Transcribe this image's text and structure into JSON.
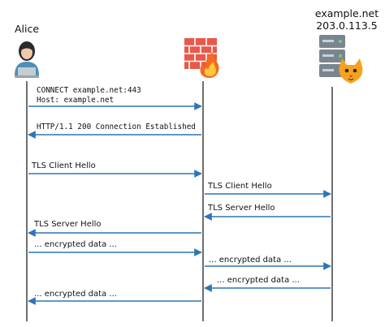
{
  "actors": {
    "client": {
      "name": "Alice",
      "icon": "person-at-laptop-icon"
    },
    "proxy": {
      "name": "",
      "icon": "firewall-icon"
    },
    "server": {
      "name": "example.net",
      "address": "203.0.113.5",
      "icon": "server-with-cat-icon"
    }
  },
  "messages": [
    {
      "id": "connect",
      "from": "client",
      "to": "proxy",
      "lines": [
        "CONNECT example.net:443",
        "Host: example.net"
      ],
      "font": "mono"
    },
    {
      "id": "connection-established",
      "from": "proxy",
      "to": "client",
      "lines": [
        "HTTP/1.1 200 Connection Established"
      ],
      "font": "mono"
    },
    {
      "id": "client-hello-1",
      "from": "client",
      "to": "proxy",
      "lines": [
        "TLS Client Hello"
      ],
      "font": "sans"
    },
    {
      "id": "client-hello-2",
      "from": "proxy",
      "to": "server",
      "lines": [
        "TLS Client Hello"
      ],
      "font": "sans"
    },
    {
      "id": "server-hello-1",
      "from": "server",
      "to": "proxy",
      "lines": [
        "TLS Server Hello"
      ],
      "font": "sans"
    },
    {
      "id": "server-hello-2",
      "from": "proxy",
      "to": "client",
      "lines": [
        "TLS Server Hello"
      ],
      "font": "sans"
    },
    {
      "id": "data-1",
      "from": "client",
      "to": "proxy",
      "lines": [
        "... encrypted data ..."
      ],
      "font": "sans"
    },
    {
      "id": "data-2",
      "from": "proxy",
      "to": "server",
      "lines": [
        "... encrypted data ..."
      ],
      "font": "sans"
    },
    {
      "id": "data-3",
      "from": "server",
      "to": "proxy",
      "lines": [
        "... encrypted data ..."
      ],
      "font": "sans"
    },
    {
      "id": "data-4",
      "from": "proxy",
      "to": "client",
      "lines": [
        "... encrypted data ..."
      ],
      "font": "sans"
    }
  ],
  "colors": {
    "arrow": "#2e75b6",
    "lifeline": "#222222",
    "firewall_brick": "#e8594a",
    "flame_outer": "#f36c21",
    "flame_inner": "#ffc83d",
    "server_body": "#7a8590",
    "cat": "#f7a21b",
    "person_hair": "#2b2b2b",
    "person_shirt": "#4d8fb8",
    "laptop": "#c5ccd3"
  }
}
